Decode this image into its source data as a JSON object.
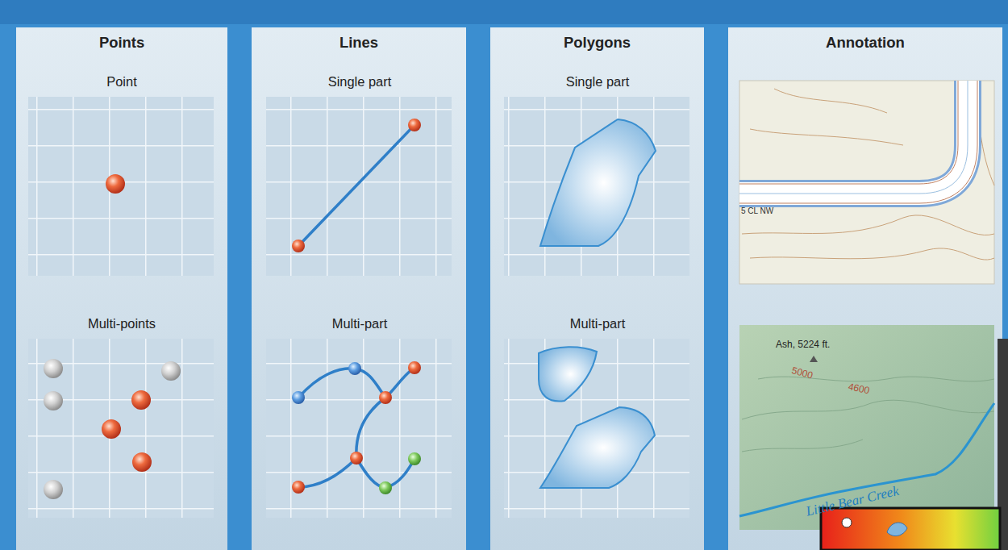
{
  "diagram": {
    "nodes": [
      {
        "text": [
          "Points"
        ]
      },
      {
        "text": [
          "Point"
        ],
        "in": 0
      },
      {
        "text": [
          "Multi-points"
        ],
        "in": 0
      },
      {
        "text": [
          "Lines"
        ]
      },
      {
        "text": [
          "Single part"
        ],
        "in": 3
      },
      {
        "text": [
          "Multi-part"
        ],
        "in": 3
      },
      {
        "text": [
          "Polygons"
        ]
      },
      {
        "text": [
          "Single part"
        ],
        "in": 6
      },
      {
        "text": [
          "Multi-part"
        ],
        "in": 6
      },
      {
        "text": [
          "Annotation"
        ]
      }
    ],
    "labels": [
      "5 CL NW",
      "Ash, 5224 ft.",
      "5000",
      "4600",
      "Little Bear Creek"
    ]
  }
}
